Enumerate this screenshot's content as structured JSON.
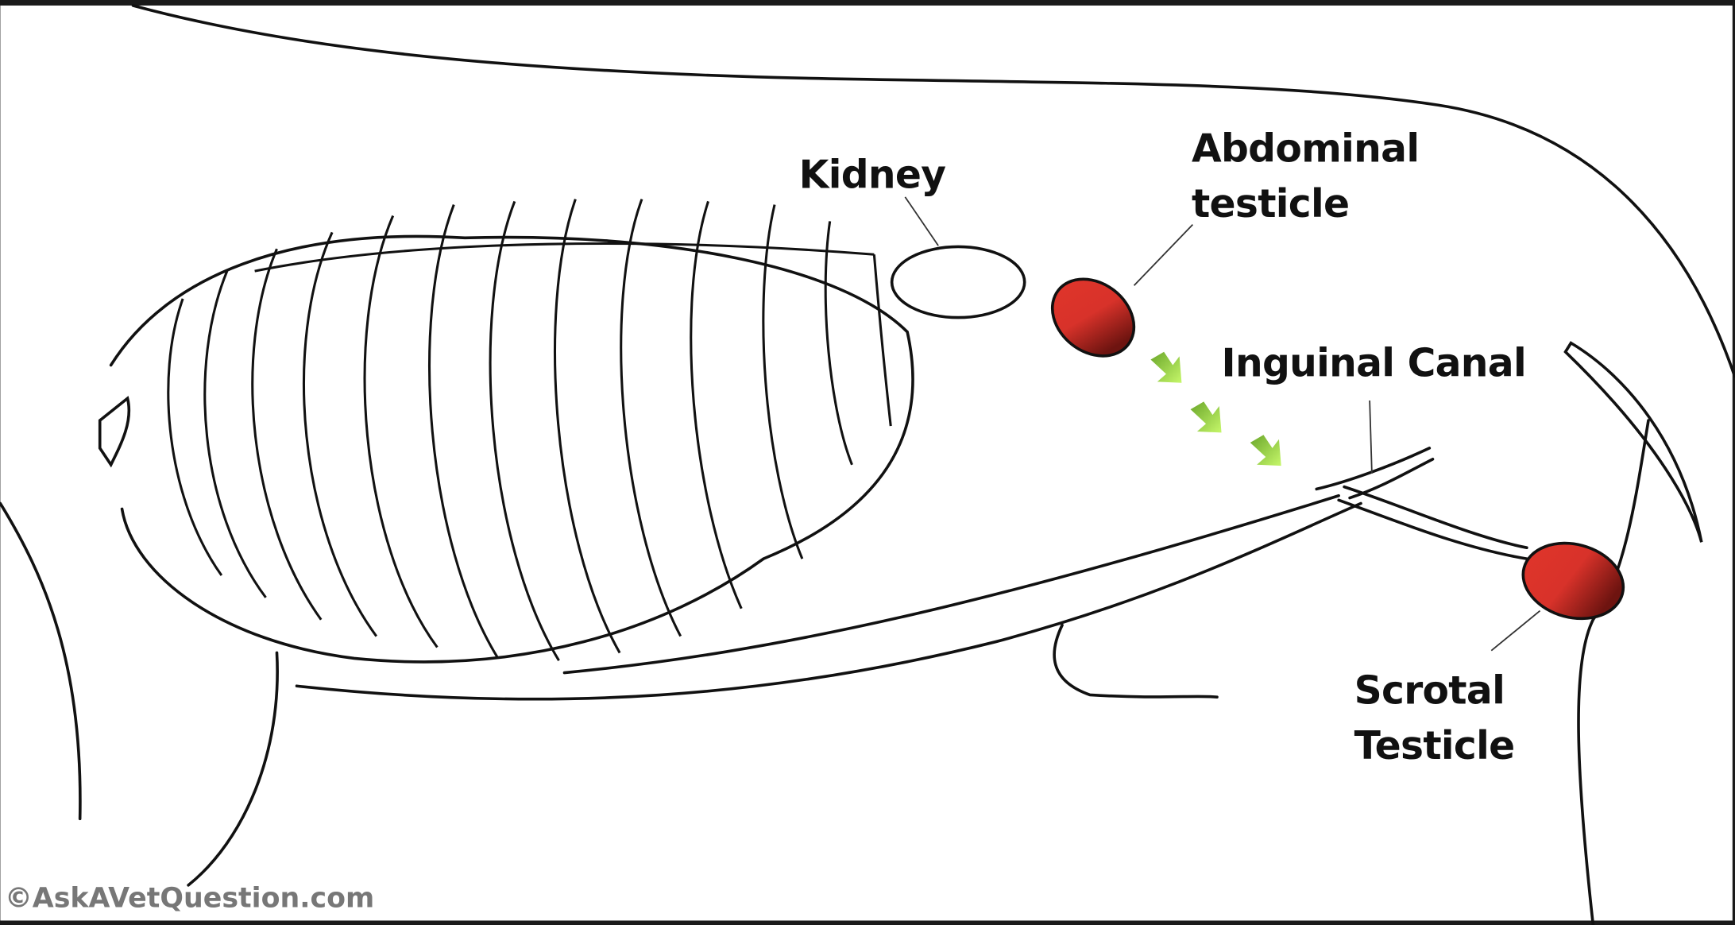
{
  "diagram": {
    "labels": {
      "kidney": "Kidney",
      "abdominal_line1": "Abdominal",
      "abdominal_line2": "testicle",
      "inguinal": "Inguinal Canal",
      "scrotal_line1": "Scrotal",
      "scrotal_line2": "Testicle"
    },
    "watermark": "©AskAVetQuestion.com",
    "colors": {
      "testicle": "#e0352b",
      "testicle_dark": "#6e1410",
      "arrow": "#b6ef55",
      "arrow_dark": "#6aa62a",
      "frame": "#1a1a1a"
    }
  }
}
